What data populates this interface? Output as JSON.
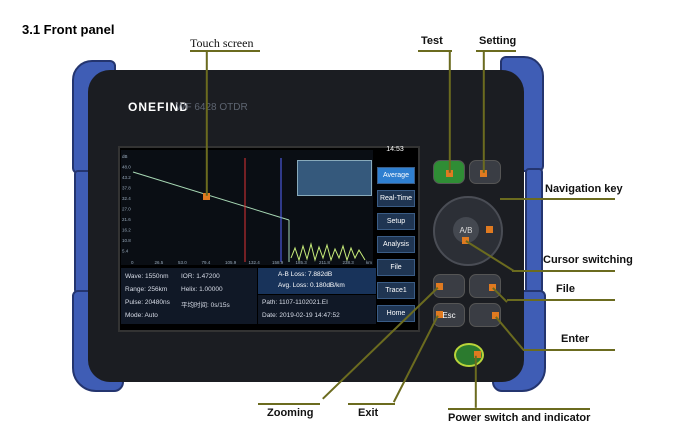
{
  "heading": "3.1 Front panel",
  "callouts": {
    "touch_screen": "Touch screen",
    "test": "Test",
    "setting": "Setting",
    "navigation_key": "Navigation key",
    "cursor_switching": "Cursor switching",
    "file": "File",
    "enter": "Enter",
    "zooming": "Zooming",
    "exit": "Exit",
    "power": "Power switch and indicator"
  },
  "device": {
    "brand": "ONEFIND",
    "model": "WF 6428 OTDR",
    "screen": {
      "time": "14:53",
      "side_buttons": [
        "Average",
        "Real-Time",
        "Setup",
        "Analysis",
        "File",
        "Trace1",
        "Home"
      ],
      "active_button": "Average",
      "info": {
        "wave_label": "Wave:",
        "wave": "1550nm",
        "ior_label": "IOR:",
        "ior": "1.47200",
        "range_label": "Range:",
        "range": "256km",
        "helix_label": "Helix:",
        "helix": "1.00000",
        "pulse_label": "Pulse:",
        "pulse": "20480ns",
        "avg_time_label": "平均时间:",
        "avg_time": "0s/15s",
        "mode_label": "Mode:",
        "mode": "Auto"
      },
      "ab_loss_label": "A-B Loss:",
      "ab_loss": "7.882dB",
      "avg_loss_label": "Avg. Loss:",
      "avg_loss": "0.180dB/km",
      "path_label": "Path:",
      "path": "1107-1102021.EI",
      "date_label": "Date:",
      "date": "2019-02-19 14:47:52",
      "x_ticks": [
        "0",
        "26.5",
        "53.0",
        "79.4",
        "105.9",
        "132.4",
        "158.9",
        "185.3",
        "211.8",
        "238.3",
        "km"
      ],
      "y_ticks": [
        "dB",
        "48.0",
        "43.2",
        "37.8",
        "32.4",
        "27.0",
        "21.6",
        "16.2",
        "10.8",
        "5.4"
      ]
    },
    "buttons": {
      "nav_center": "A/B",
      "exit_key": "Esc"
    }
  }
}
